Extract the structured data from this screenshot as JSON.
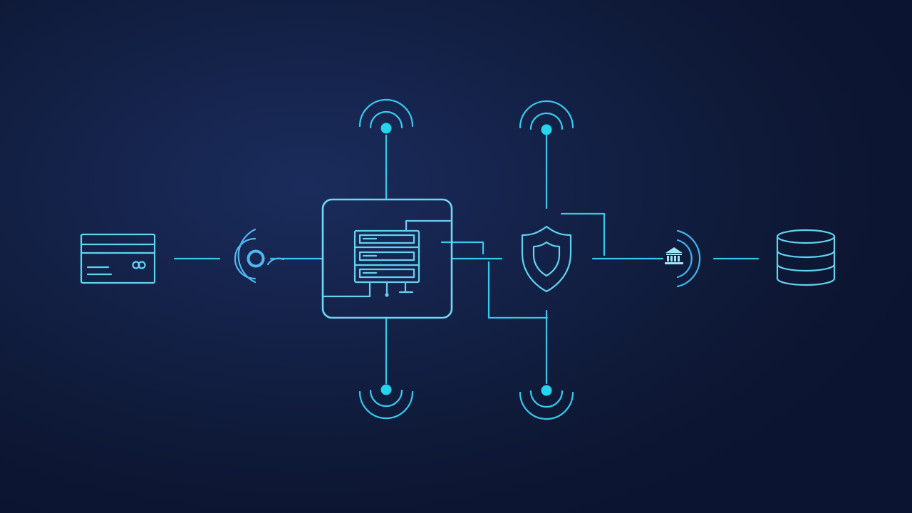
{
  "palette": {
    "background": "#13224a",
    "line": "#37c9ec",
    "line_soft": "#5fd3f0",
    "node_dot": "#22d6ee",
    "ring": "#4fb8f0"
  },
  "nodes": [
    {
      "id": "card",
      "icon": "credit-card-icon"
    },
    {
      "id": "reader",
      "icon": "contactless-reader-icon"
    },
    {
      "id": "gateway",
      "icon": "server-rack-icon"
    },
    {
      "id": "security",
      "icon": "shield-icon"
    },
    {
      "id": "bank",
      "icon": "bank-icon"
    },
    {
      "id": "database",
      "icon": "database-icon"
    }
  ],
  "signal_nodes": [
    {
      "id": "signal-top-left",
      "icon": "wireless-signal-icon"
    },
    {
      "id": "signal-top-right",
      "icon": "wireless-signal-icon"
    },
    {
      "id": "signal-bottom-left",
      "icon": "wireless-signal-icon"
    },
    {
      "id": "signal-bottom-right",
      "icon": "wireless-signal-icon"
    }
  ]
}
